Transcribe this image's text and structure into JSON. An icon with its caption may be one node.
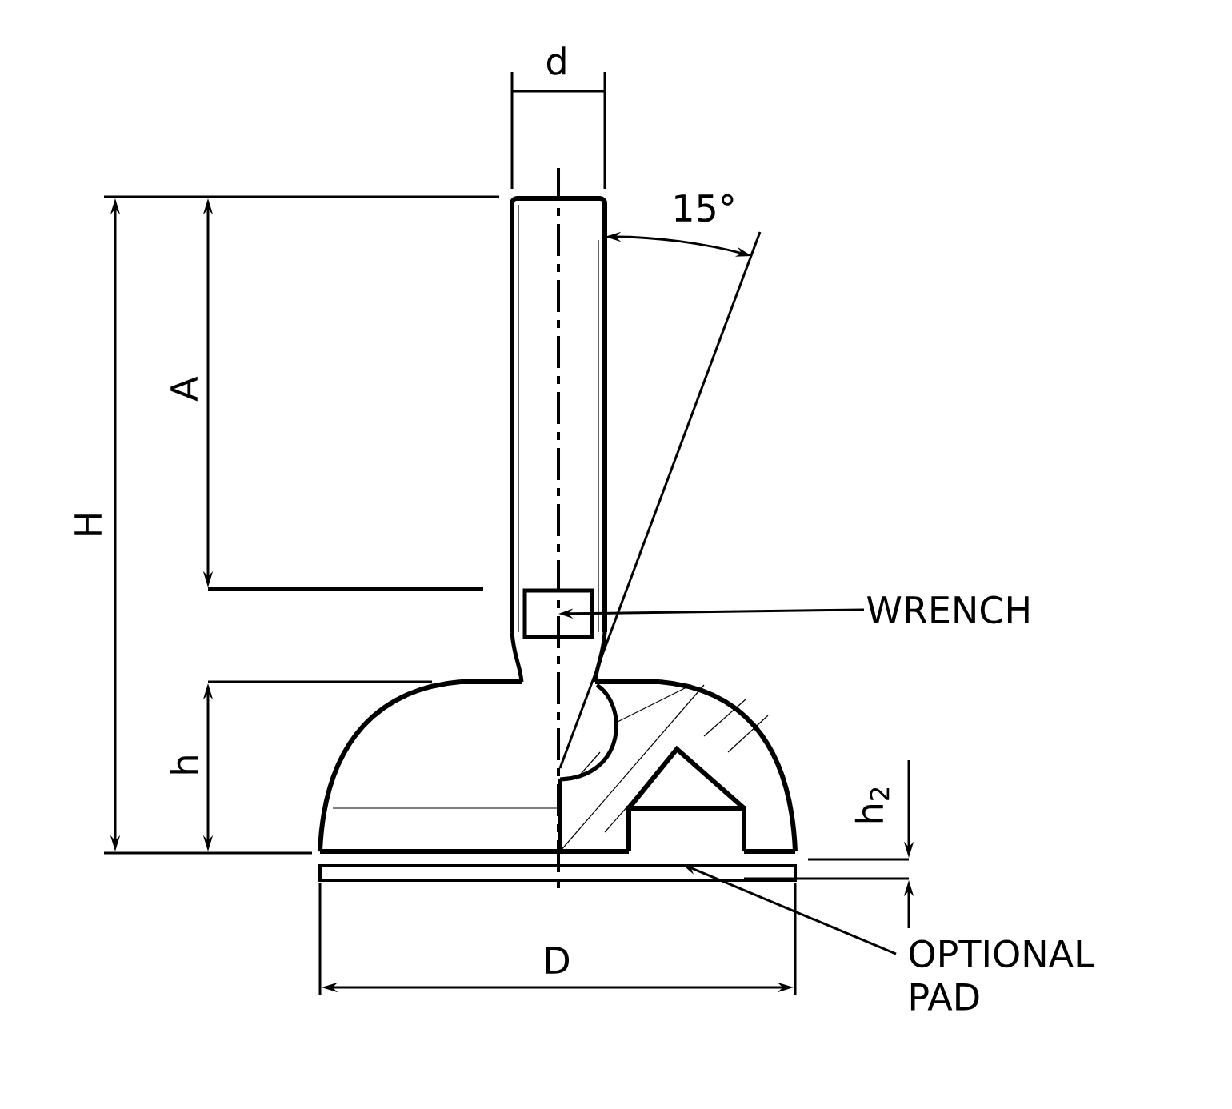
{
  "diagram": {
    "nodes": [
      {
        "text": [
          "WRENCH"
        ]
      },
      {
        "text": [],
        "shape": "box"
      },
      {
        "text": [
          "OPTIONAL PAD"
        ]
      },
      {
        "text": [],
        "shape": "bar"
      }
    ],
    "edges": [
      {
        "from": 0,
        "to": 1,
        "arrow": "to"
      },
      {
        "from": 2,
        "to": 3,
        "arrow": "to"
      }
    ],
    "labels": [
      "d",
      "15°",
      "A",
      "H",
      "h",
      "h$_{2}$",
      "D"
    ]
  }
}
